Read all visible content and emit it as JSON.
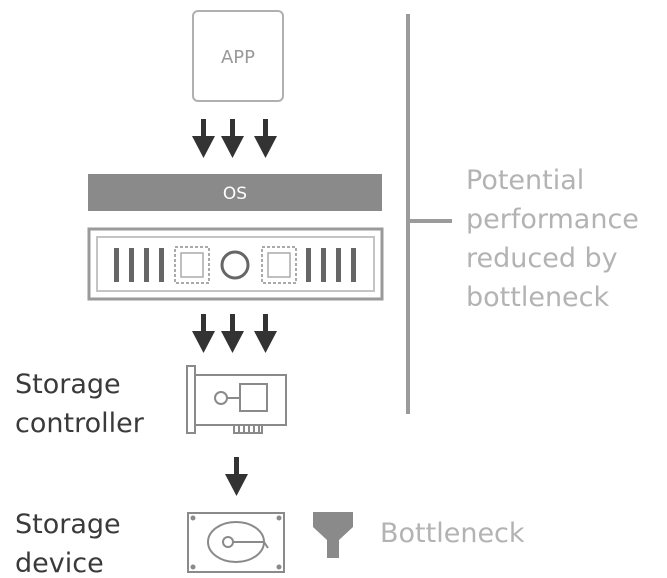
{
  "diagram": {
    "app_label": "APP",
    "os_label": "OS",
    "storage_controller_label": [
      "Storage",
      "controller"
    ],
    "storage_device_label": [
      "Storage",
      "device"
    ],
    "bottleneck_label": "Bottleneck",
    "annotation_lines": [
      "Potential",
      "performance",
      "reduced by",
      "bottleneck"
    ]
  },
  "colors": {
    "box_stroke": "#b0b0b0",
    "os_bar_fill": "#8a8a8a",
    "arrow_fill": "#333333",
    "label_dark": "#3a3a3a",
    "label_light": "#b3b3b3",
    "bracket_line": "#9b9b9b",
    "funnel_fill": "#8a8a8a"
  },
  "icons": [
    "app-box",
    "hypervisor-chip-icon",
    "storage-controller-card-icon",
    "hard-drive-icon",
    "funnel-icon"
  ]
}
